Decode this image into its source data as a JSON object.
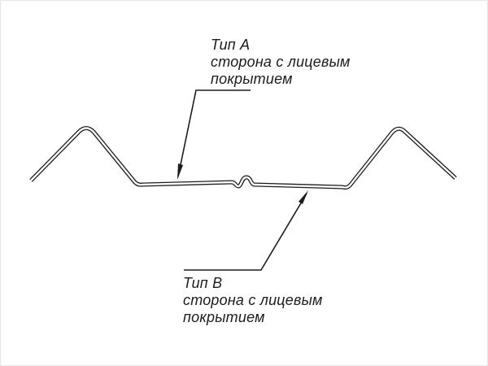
{
  "diagram": {
    "label_a": {
      "title": "Тип А",
      "desc1": "сторона с лицевым",
      "desc2": "покрытием"
    },
    "label_b": {
      "title": "Тип В",
      "desc1": "сторона с лицевым",
      "desc2": "покрытием"
    }
  },
  "colors": {
    "line": "#1c1c1c",
    "background": "#ffffff"
  }
}
